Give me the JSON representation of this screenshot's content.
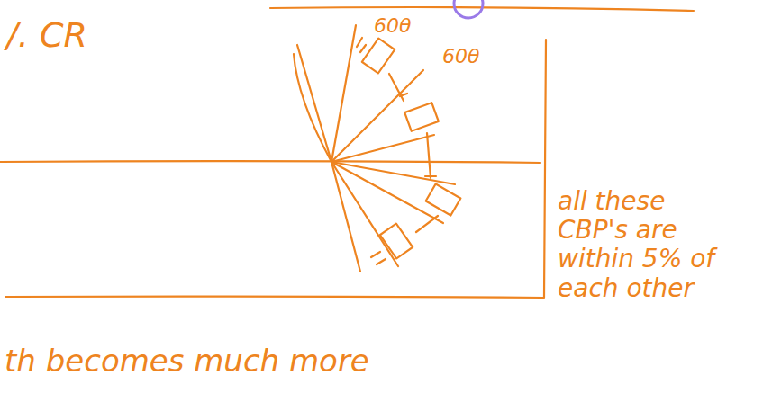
{
  "diagram": {
    "labels": [
      "/. CR",
      "60θ",
      "60θ",
      "all these CBP's are within 5% of each other",
      "th becomes much more"
    ]
  }
}
